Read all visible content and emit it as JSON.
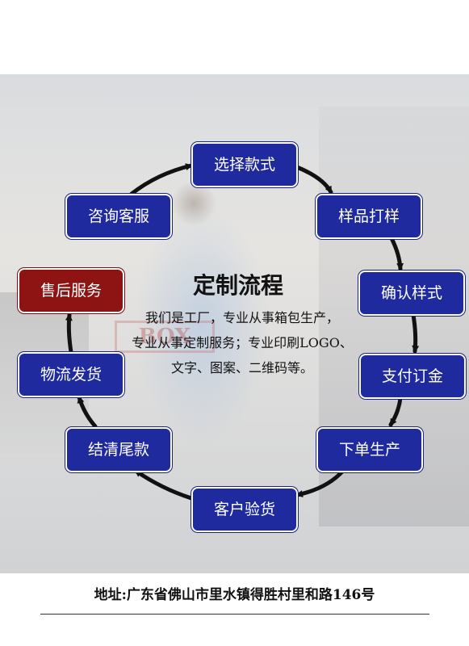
{
  "background": {
    "shirt_logo": "BOX"
  },
  "colors": {
    "step_blue": "#1f2a9e",
    "step_highlight": "#8e1414",
    "arrow": "#111111"
  },
  "steps": [
    {
      "label": "选择款式"
    },
    {
      "label": "样品打样"
    },
    {
      "label": "确认样式"
    },
    {
      "label": "支付订金"
    },
    {
      "label": "下单生产"
    },
    {
      "label": "客户验货"
    },
    {
      "label": "结清尾款"
    },
    {
      "label": "物流发货"
    },
    {
      "label": "售后服务"
    },
    {
      "label": "咨询客服"
    }
  ],
  "center": {
    "title": "定制流程",
    "lines": [
      "我们是工厂，专业从事箱包生产，",
      "专业从事定制服务；专业印刷LOGO、",
      "文字、图案、二维码等。"
    ]
  },
  "footer": {
    "address": "地址:广东省佛山市里水镇得胜村里和路146号"
  }
}
